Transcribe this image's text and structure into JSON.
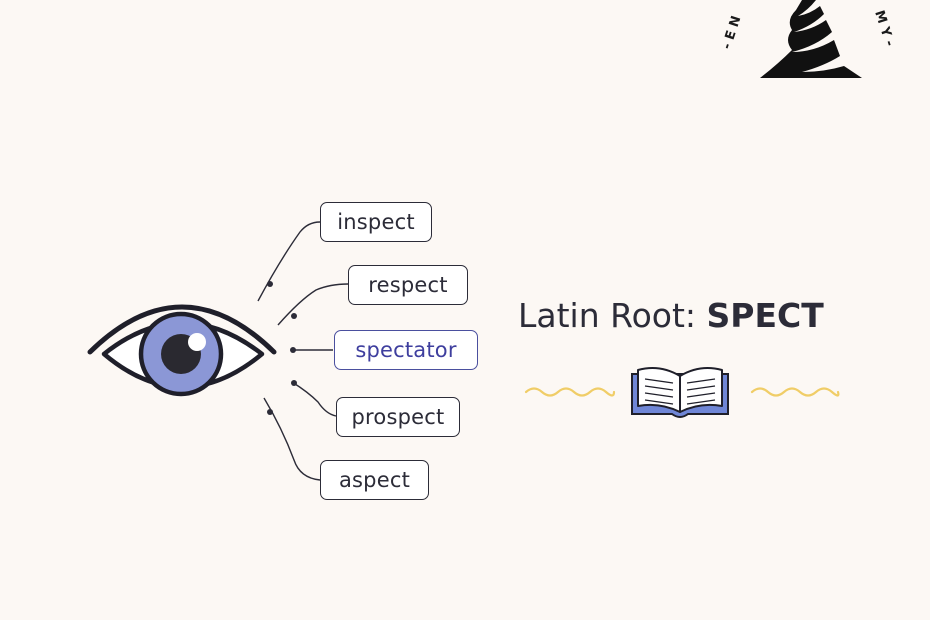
{
  "title": {
    "prefix": "Latin Root: ",
    "root": "SPECT"
  },
  "words": [
    {
      "text": "inspect",
      "active": false
    },
    {
      "text": "respect",
      "active": false
    },
    {
      "text": "spectator",
      "active": true
    },
    {
      "text": "prospect",
      "active": false
    },
    {
      "text": "aspect",
      "active": false
    }
  ],
  "logo": {
    "ring_text_left": "- E N",
    "ring_text_right": "M Y -"
  },
  "colors": {
    "background": "#fcf8f4",
    "ink": "#2c2c38",
    "iris": "#8b97d6",
    "accent_text": "#3e3e9e",
    "wave": "#f0cd67",
    "book_cover": "#6f86d6"
  },
  "icons": [
    "eye-icon",
    "open-book-icon",
    "wave-decoration",
    "brand-logo"
  ]
}
